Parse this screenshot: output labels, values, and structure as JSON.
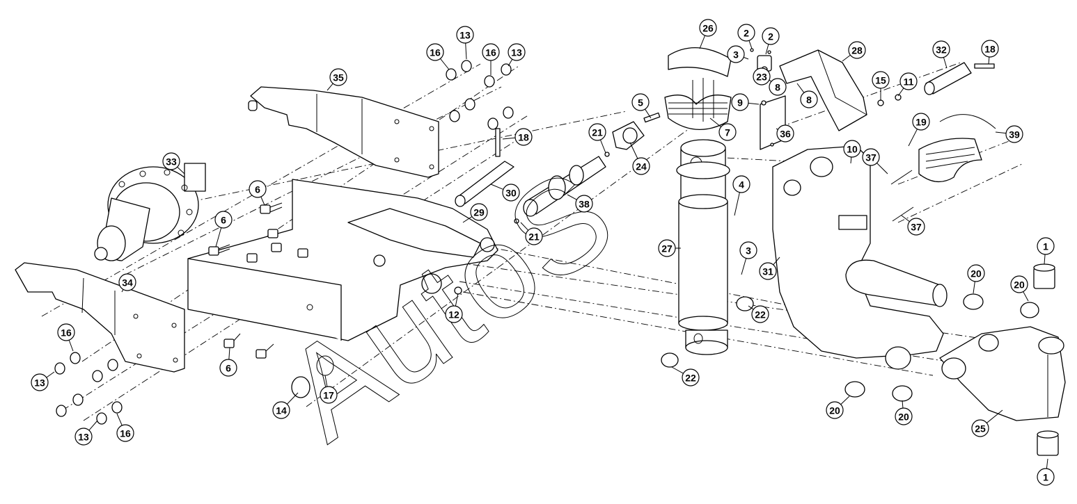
{
  "watermark": {
    "text": "AutoS"
  },
  "part_labels": [
    "1",
    "1",
    "2",
    "2",
    "3",
    "3",
    "4",
    "5",
    "6",
    "6",
    "6",
    "7",
    "8",
    "8",
    "9",
    "10",
    "11",
    "12",
    "13",
    "13",
    "13",
    "13",
    "14",
    "15",
    "16",
    "16",
    "16",
    "16",
    "17",
    "18",
    "18",
    "19",
    "20",
    "20",
    "20",
    "20",
    "21",
    "21",
    "22",
    "22",
    "23",
    "24",
    "25",
    "26",
    "27",
    "28",
    "29",
    "30",
    "31",
    "32",
    "33",
    "34",
    "35",
    "36",
    "37",
    "37",
    "38",
    "39"
  ]
}
